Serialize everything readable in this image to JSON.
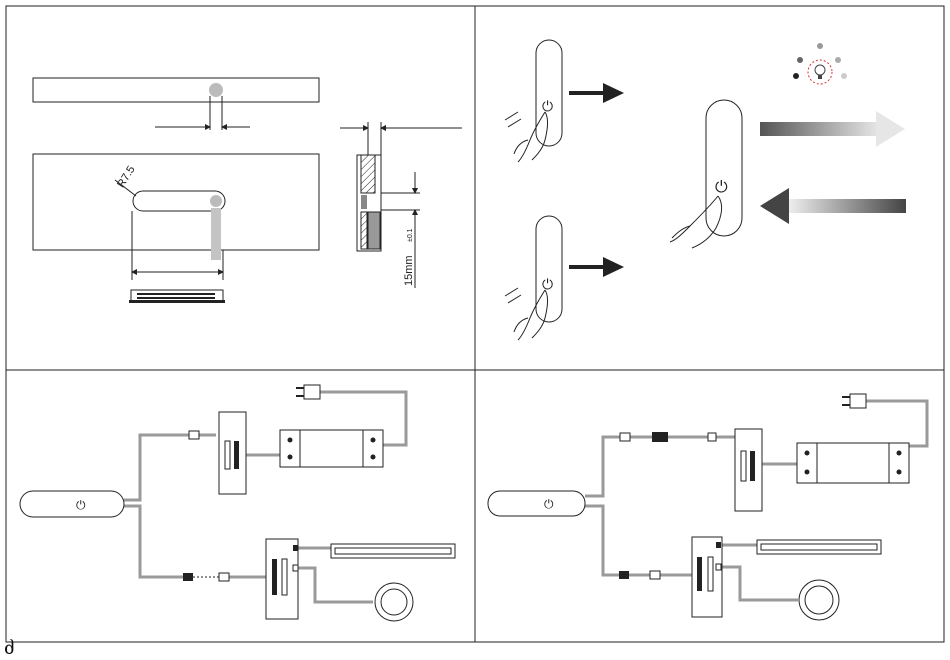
{
  "panels": {
    "dimensions": {
      "radius_label": "R7.5",
      "depth_label": "15mm",
      "tolerance_label": "±0.1"
    },
    "touch": {
      "power_symbol": "⏻"
    },
    "wiring_a": {
      "power_symbol": "⏻"
    },
    "wiring_b": {
      "power_symbol": "⏻"
    }
  },
  "footer": {
    "corner_mark": "ძ"
  },
  "colors": {
    "line": "#222222",
    "cable": "#9a9a9a",
    "dashed_ring": "#e03030"
  }
}
